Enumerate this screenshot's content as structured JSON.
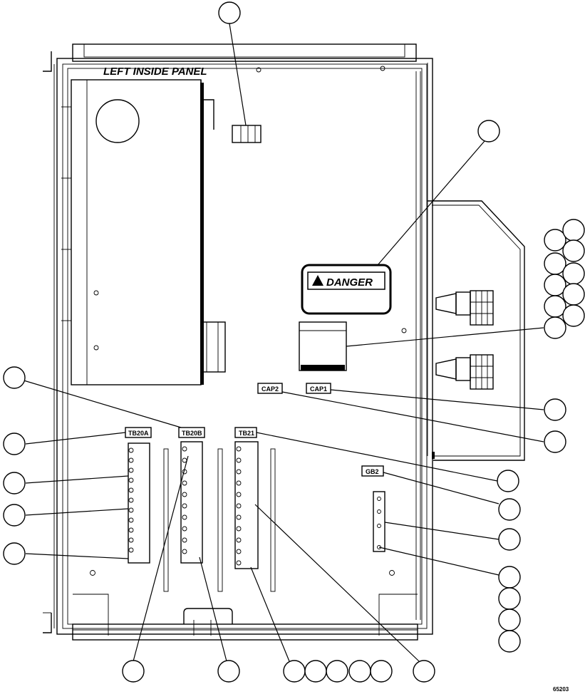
{
  "panel": {
    "title": "LEFT INSIDE PANEL",
    "danger_label": "DANGER",
    "figure_number": "65203"
  },
  "tags": {
    "tb20a": "TB20A",
    "tb20b": "TB20B",
    "tb21": "TB21",
    "cap2": "CAP2",
    "cap1": "CAP1",
    "gb2": "GB2"
  }
}
